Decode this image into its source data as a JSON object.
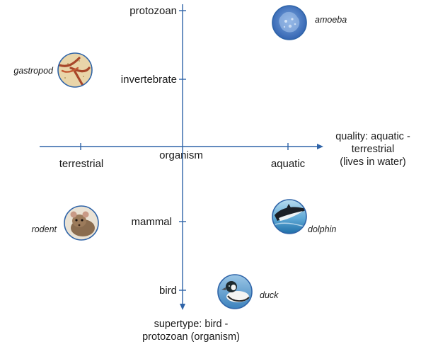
{
  "colors": {
    "axis": "#2f64a8",
    "text": "#1a1a1a",
    "thumb_border": "#2f64a8"
  },
  "x_axis": {
    "title_lines": [
      "quality: aquatic -",
      "terrestrial",
      "(lives in water)"
    ],
    "ticks": [
      "terrestrial",
      "organism",
      "aquatic"
    ]
  },
  "y_axis": {
    "title_lines": [
      "supertype: bird -",
      "protozoan (organism)"
    ],
    "ticks": [
      "protozoan",
      "invertebrate",
      "mammal",
      "bird"
    ]
  },
  "items": [
    {
      "label": "amoeba",
      "icon": "amoeba-thumbnail"
    },
    {
      "label": "gastropod",
      "icon": "gastropod-thumbnail"
    },
    {
      "label": "rodent",
      "icon": "rodent-thumbnail"
    },
    {
      "label": "dolphin",
      "icon": "dolphin-thumbnail"
    },
    {
      "label": "duck",
      "icon": "duck-thumbnail"
    }
  ]
}
